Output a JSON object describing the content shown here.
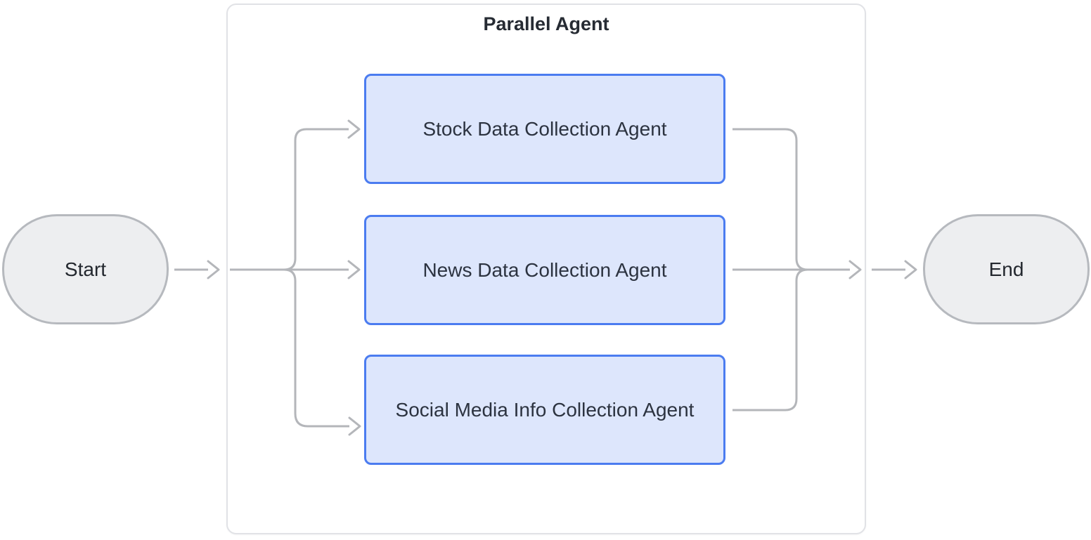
{
  "diagram": {
    "type": "flowchart",
    "direction": "left-to-right",
    "start": {
      "label": "Start",
      "shape": "stadium"
    },
    "end": {
      "label": "End",
      "shape": "stadium"
    },
    "parallel_group": {
      "title": "Parallel Agent"
    },
    "agents": [
      {
        "label": "Stock Data Collection Agent"
      },
      {
        "label": "News Data Collection Agent"
      },
      {
        "label": "Social Media Info Collection Agent"
      }
    ],
    "edges": [
      {
        "from": "Start",
        "to": "Parallel Agent"
      },
      {
        "from": "Parallel Agent fan-out",
        "to": "Stock Data Collection Agent"
      },
      {
        "from": "Parallel Agent fan-out",
        "to": "News Data Collection Agent"
      },
      {
        "from": "Parallel Agent fan-out",
        "to": "Social Media Info Collection Agent"
      },
      {
        "from": "Stock Data Collection Agent",
        "to": "join"
      },
      {
        "from": "News Data Collection Agent",
        "to": "join"
      },
      {
        "from": "Social Media Info Collection Agent",
        "to": "join"
      },
      {
        "from": "Parallel Agent",
        "to": "End"
      }
    ],
    "colors": {
      "edge_color": "#b4b6ba",
      "terminal_fill": "#edeef0",
      "terminal_border": "#b6b9be",
      "terminal_text": "#23272e",
      "agent_fill": "#dde6fc",
      "agent_border": "#4b7cf0",
      "agent_text": "#2c3340",
      "group_border": "#e1e2e6",
      "group_title_text": "#262b33"
    }
  }
}
